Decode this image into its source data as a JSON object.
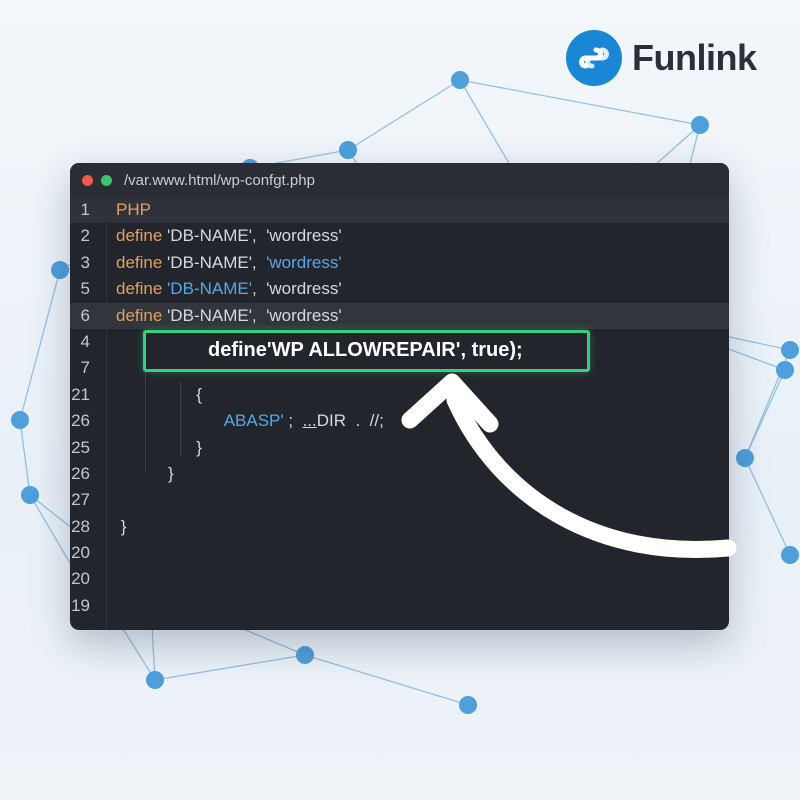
{
  "brand": {
    "name": "Funlink",
    "color": "#1a86d6"
  },
  "window": {
    "title": "/var.www.html/wp-confgt.php"
  },
  "lines": [
    {
      "num": "1",
      "parts": [
        {
          "t": "PHP",
          "c": "kw"
        }
      ]
    },
    {
      "num": "2",
      "parts": [
        {
          "t": "define",
          "c": "kw"
        },
        {
          "t": " 'DB-NAME',  'wordress'",
          "c": "str"
        }
      ]
    },
    {
      "num": "3",
      "parts": [
        {
          "t": "define",
          "c": "kw"
        },
        {
          "t": " 'DB-NAME',  ",
          "c": "str"
        },
        {
          "t": "'wordress'",
          "c": "blue"
        }
      ]
    },
    {
      "num": "5",
      "parts": [
        {
          "t": "define",
          "c": "kw"
        },
        {
          "t": " ",
          "c": "str"
        },
        {
          "t": "'DB-NAME'",
          "c": "blue"
        },
        {
          "t": ",  'wordress'",
          "c": "str"
        }
      ]
    },
    {
      "num": "6",
      "parts": [
        {
          "t": "define",
          "c": "kw"
        },
        {
          "t": " 'DB-NAME',  'wordress'",
          "c": "str"
        }
      ]
    },
    {
      "num": "4",
      "parts": []
    },
    {
      "num": "7",
      "parts": []
    },
    {
      "num": "21",
      "parts": [
        {
          "t": "                 {",
          "c": "str"
        }
      ]
    },
    {
      "num": "26",
      "parts": [
        {
          "t": "                       ",
          "c": "str"
        },
        {
          "t": "ABASP'",
          "c": "blue"
        },
        {
          "t": " ;  ",
          "c": "str"
        },
        {
          "t": "...",
          "c": "under"
        },
        {
          "t": "DIR  .  //;",
          "c": "str"
        }
      ]
    },
    {
      "num": "25",
      "parts": [
        {
          "t": "                 }",
          "c": "str"
        }
      ]
    },
    {
      "num": "26",
      "parts": [
        {
          "t": "           }",
          "c": "str"
        }
      ]
    },
    {
      "num": "27",
      "parts": []
    },
    {
      "num": "28",
      "parts": [
        {
          "t": " }",
          "c": "str"
        }
      ]
    },
    {
      "num": "20",
      "parts": []
    },
    {
      "num": "20",
      "parts": []
    },
    {
      "num": "19",
      "parts": []
    }
  ],
  "highlight": {
    "prefix": "define'WP ALLOWREPAIR', ",
    "keyword": "true",
    "suffix": ");",
    "border_color": "#35d07f"
  },
  "colors": {
    "keyword": "#e3a05c",
    "string_blue": "#56a8e8",
    "node": "#4f9fdc",
    "edge": "#7fb3de"
  }
}
